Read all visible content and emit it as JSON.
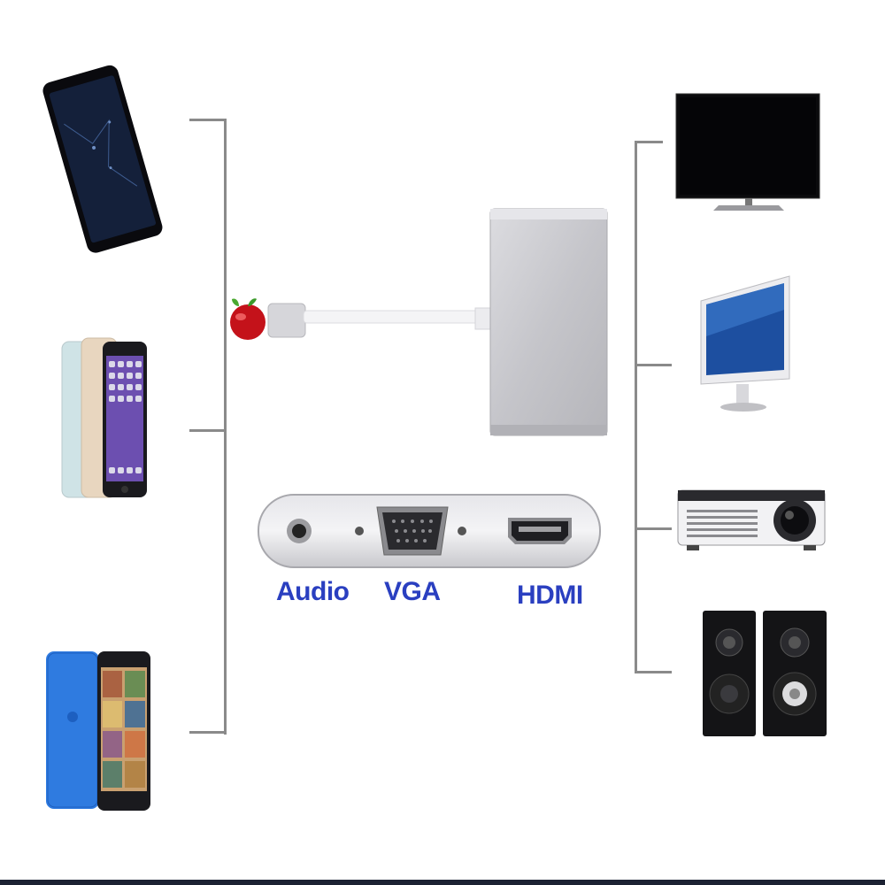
{
  "port_labels": {
    "audio": "Audio",
    "vga": "VGA",
    "hdmi": "HDMI"
  },
  "colors": {
    "label_blue": "#2a3fc0",
    "bracket_gray": "#8a8a8a",
    "adapter_silver": "#c9c9cc",
    "bottom_bar": "#1c2233"
  },
  "source_devices": [
    "ipad-icon",
    "iphone-icon",
    "ipod-touch-icon"
  ],
  "output_devices": [
    "tv-icon",
    "monitor-icon",
    "projector-icon",
    "speakers-icon"
  ]
}
